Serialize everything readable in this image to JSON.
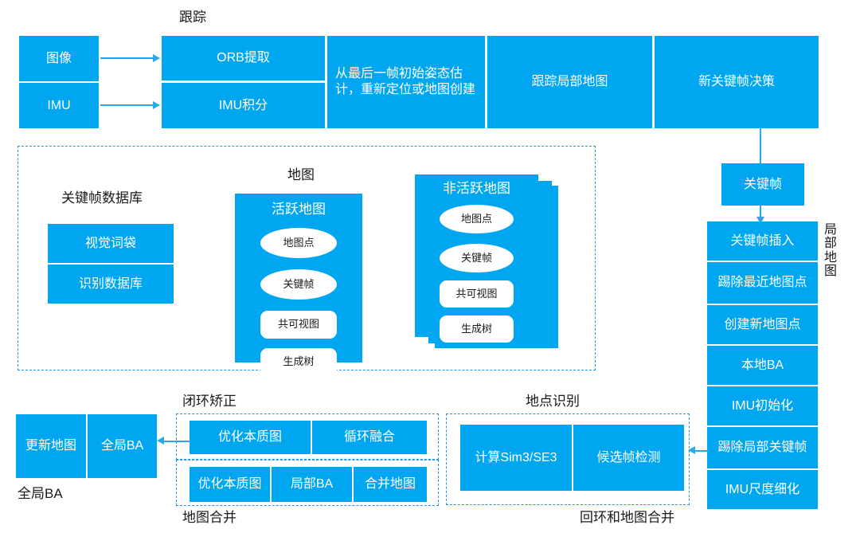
{
  "diagram": {
    "title_tracking": "跟踪",
    "title_map": "地图",
    "title_keyframe_db": "关键帧数据库",
    "title_loop_correction": "闭环矫正",
    "title_map_merging": "地图合并",
    "title_place_recognition": "地点识别",
    "title_loop_and_map_merging": "回环和地图合并",
    "title_global_ba": "全局BA",
    "label_local_mapping": "局部地图"
  },
  "inputs": [
    {
      "label": "图像"
    },
    {
      "label": "IMU"
    }
  ],
  "tracking": {
    "col1": [
      {
        "label": "ORB提取"
      },
      {
        "label": "IMU积分"
      }
    ],
    "col2": {
      "label": "从最后一帧初始姿态估计，重新定位或地图创建"
    },
    "col3": {
      "label": "跟踪局部地图"
    },
    "col4": {
      "label": "新关键帧决策"
    }
  },
  "keyframe_db": {
    "items": [
      {
        "label": "视觉词袋"
      },
      {
        "label": "识别数据库"
      }
    ]
  },
  "active_map": {
    "title": "活跃地图",
    "items": [
      {
        "label": "地图点",
        "shape": "ellipse"
      },
      {
        "label": "关键帧",
        "shape": "ellipse"
      },
      {
        "label": "共可视图",
        "shape": "round"
      },
      {
        "label": "生成树",
        "shape": "round"
      }
    ]
  },
  "inactive_map": {
    "title": "非活跃地图",
    "items": [
      {
        "label": "地图点",
        "shape": "ellipse"
      },
      {
        "label": "关键帧",
        "shape": "ellipse"
      },
      {
        "label": "共可视图",
        "shape": "round"
      },
      {
        "label": "生成树",
        "shape": "round"
      }
    ]
  },
  "keyframe_node": {
    "label": "关键帧"
  },
  "local_mapping": {
    "items": [
      {
        "label": "关键帧插入"
      },
      {
        "label": "踢除最近地图点"
      },
      {
        "label": "创建新地图点"
      },
      {
        "label": "本地BA"
      },
      {
        "label": "IMU初始化"
      },
      {
        "label": "踢除局部关键帧"
      },
      {
        "label": "IMU尺度细化"
      }
    ]
  },
  "global_ba": {
    "items": [
      {
        "label": "更新地图"
      },
      {
        "label": "全局BA"
      }
    ]
  },
  "loop_correction": {
    "items": [
      {
        "label": "优化本质图"
      },
      {
        "label": "循环融合"
      }
    ]
  },
  "map_merging": {
    "items": [
      {
        "label": "优化本质图"
      },
      {
        "label": "局部BA"
      },
      {
        "label": "合并地图"
      }
    ]
  },
  "place_recognition": {
    "items": [
      {
        "label": "计算Sim3/SE3"
      },
      {
        "label": "候选帧检测"
      }
    ]
  },
  "colors": {
    "primary_blue": "#00A7F0",
    "line_blue": "#29A8E8",
    "dashed_blue": "#2196F3",
    "text_dark": "#1a1a1a",
    "white": "#ffffff"
  }
}
